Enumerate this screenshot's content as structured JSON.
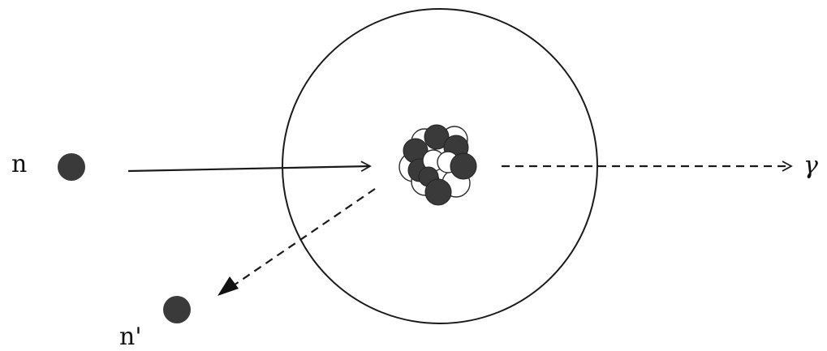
{
  "labels": {
    "incident_neutron": "n",
    "scattered_neutron": "n'",
    "gamma": "γ"
  },
  "colors": {
    "particle": "#3a3a3a",
    "line": "#1a1a1a",
    "nucleon_outline": "#2a2a2a",
    "background": "#ffffff"
  }
}
